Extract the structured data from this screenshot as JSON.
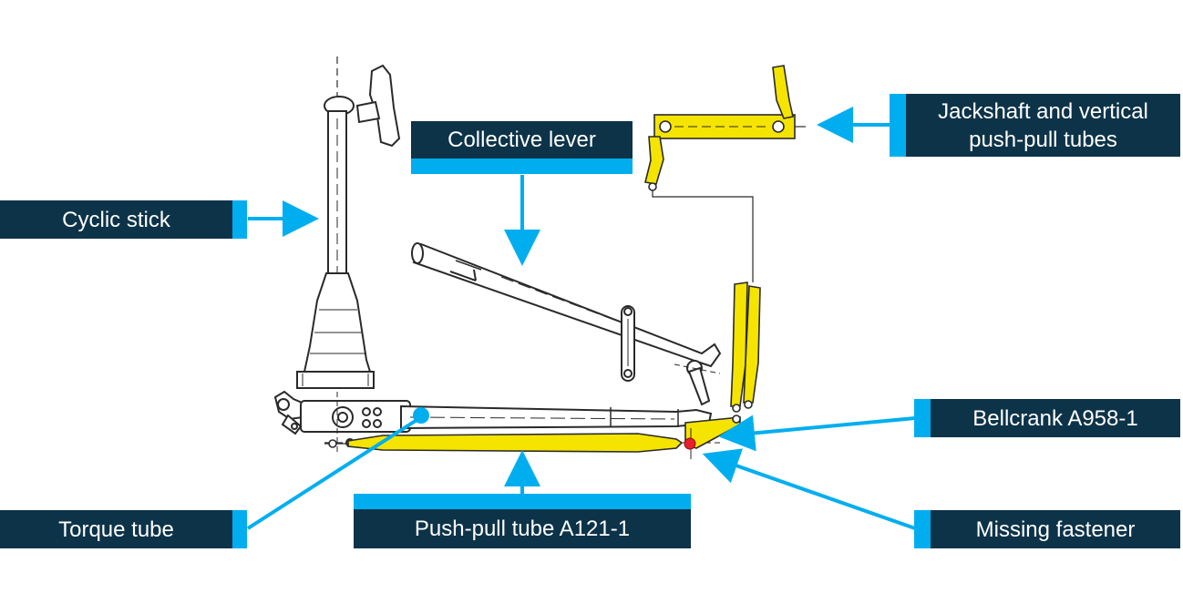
{
  "labels": {
    "cyclic_stick": "Cyclic stick",
    "collective_lever": "Collective lever",
    "jackshaft_line1": "Jackshaft and vertical",
    "jackshaft_line2": "push-pull tubes",
    "bellcrank": "Bellcrank A958-1",
    "torque_tube": "Torque tube",
    "push_pull_tube": "Push-pull tube A121-1",
    "missing_fastener": "Missing fastener"
  },
  "colors": {
    "label_bg": "#0d3349",
    "accent": "#00aeef",
    "highlight": "#f5e400",
    "fault_marker": "#e8202a",
    "line_art": "#2a2a2a"
  }
}
